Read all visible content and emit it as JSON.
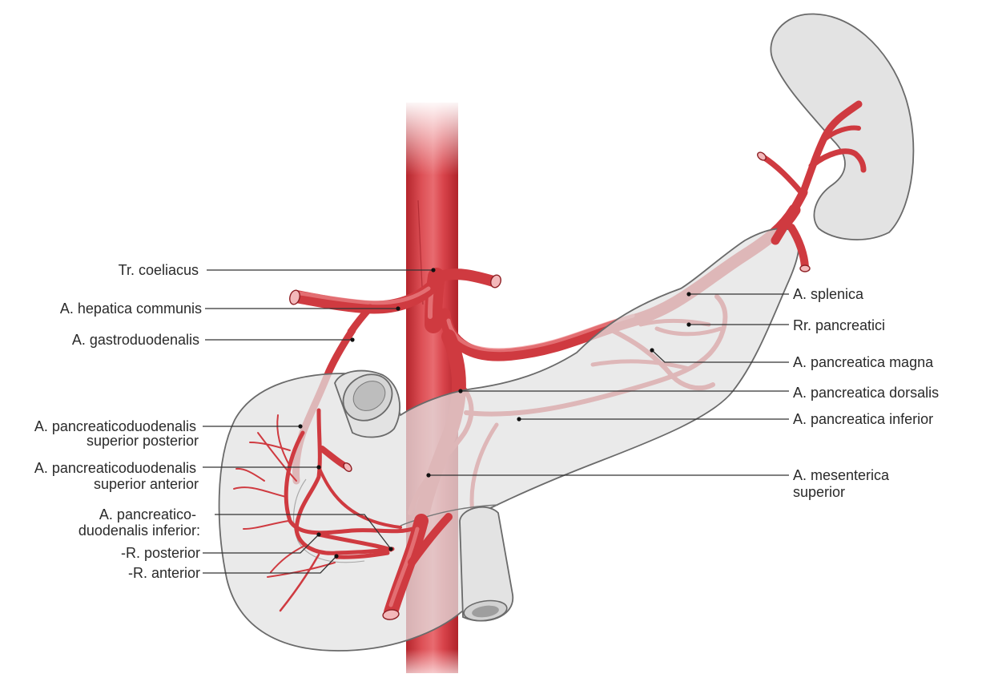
{
  "labels": {
    "tr_coeliacus": "Tr. coeliacus",
    "hepatica_communis": "A. hepatica communis",
    "gastroduodenalis": "A. gastroduodenalis",
    "pd_sup_post_line1": "A. pancreaticoduodenalis",
    "pd_sup_post_line2": "superior posterior",
    "pd_sup_ant_line1": "A. pancreaticoduodenalis",
    "pd_sup_ant_line2": "superior anterior",
    "pd_inf_line1": "A. pancreatico-",
    "pd_inf_line2": "duodenalis inferior:",
    "r_posterior": "-R. posterior",
    "r_anterior": "-R. anterior",
    "splenica": "A. splenica",
    "rr_pancreatici": "Rr. pancreatici",
    "pancreatica_magna": "A. pancreatica magna",
    "pancreatica_dorsalis": "A. pancreatica dorsalis",
    "pancreatica_inferior": "A. pancreatica inferior",
    "mesenterica_line1": "A. mesenterica",
    "mesenterica_line2": "superior"
  },
  "colors": {
    "artery": "#cf3a40",
    "artery_highlight": "#ee8a8e",
    "organ_fill": "#e3e3e3",
    "organ_stroke": "#6a6a6a",
    "label_text": "#2a2a2a"
  }
}
